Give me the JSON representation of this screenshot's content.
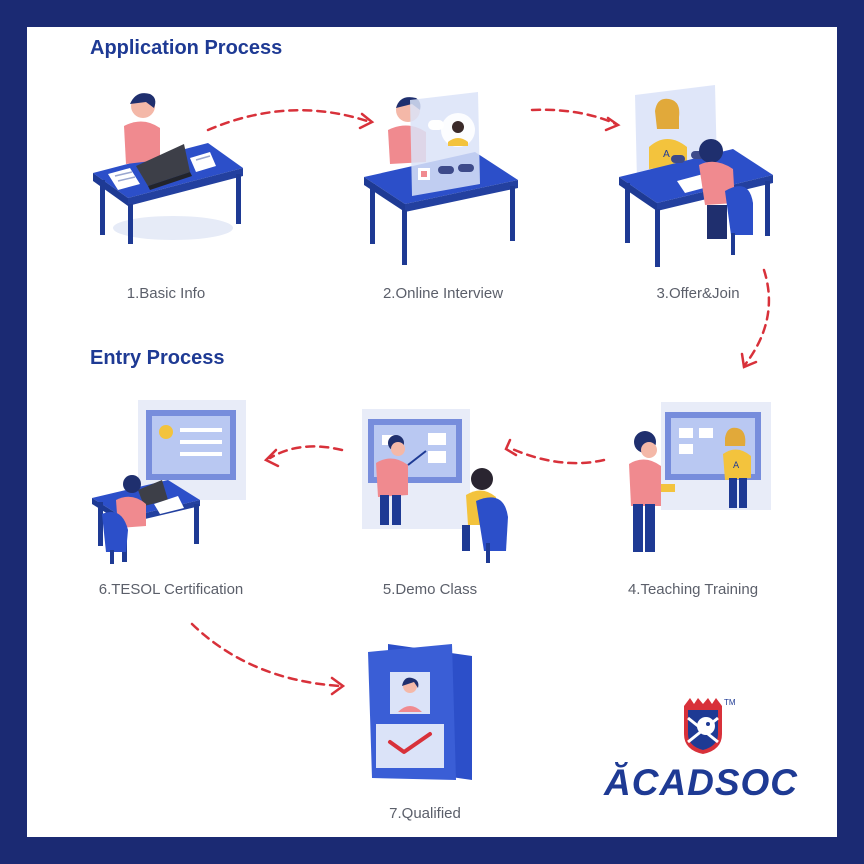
{
  "sections": {
    "application": {
      "title": "Application Process"
    },
    "entry": {
      "title": "Entry Process"
    }
  },
  "steps": [
    {
      "label": "1.Basic Info"
    },
    {
      "label": "2.Online Interview"
    },
    {
      "label": "3.Offer&Join"
    },
    {
      "label": "4.Teaching Training"
    },
    {
      "label": "5.Demo Class"
    },
    {
      "label": "6.TESOL Certification"
    },
    {
      "label": "7.Qualified"
    }
  ],
  "brand": {
    "name": "ĂCADSOC",
    "trademark": "TM"
  },
  "colors": {
    "border": "#1b2a73",
    "heading": "#1e3a94",
    "desk": "#2c4fc9",
    "arrow": "#d8313a",
    "shirt_pink": "#f08a8f",
    "shirt_yellow": "#f3c33d"
  }
}
